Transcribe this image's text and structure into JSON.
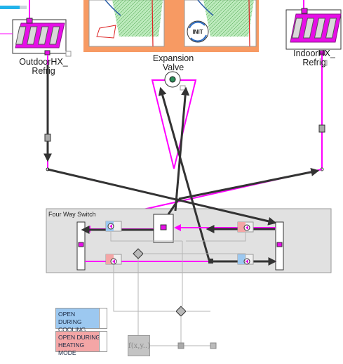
{
  "diagram": {
    "outdoor_label_line1": "OutdoorHX_",
    "outdoor_label_line2": "Refrig",
    "indoor_label_line1": "IndoorHX_",
    "indoor_label_line2": "Refrig",
    "valve_label_line1": "Expansion",
    "valve_label_line2": "Valve",
    "init_label": "INIT",
    "switch_title": "Four Way Switch",
    "legend_cooling": "OPEN DURING COOLING",
    "legend_heating": "OPEN DURING HEATING MODE",
    "function_label": "f(x,y..)"
  },
  "colors": {
    "refrigerant_line": "#ff00ff",
    "flow_arrow": "#333333",
    "switch_panel": "#e1e1e1",
    "chart_background": "#f79a63",
    "cooling": "#9cc8f0",
    "heating": "#f4a6a6"
  }
}
